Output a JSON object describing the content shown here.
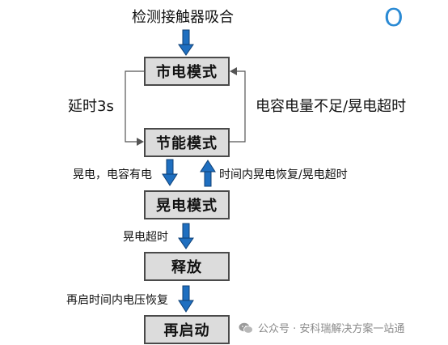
{
  "diagram": {
    "marker": "O",
    "title": "检测接触器吸合",
    "nodes": {
      "mains": "市电模式",
      "energy_saving": "节能模式",
      "sag": "晃电模式",
      "release": "释放",
      "restart": "再启动"
    },
    "edges": {
      "delay": "延时3s",
      "cap_low_timeout": "电容电量不足/晃电超时",
      "sag_cap_ok": "晃电，电容有电",
      "recover_in_time": "时间内晃电恢复/晃电超时",
      "sag_timeout": "晃电超时",
      "voltage_restore": "再启时间内电压恢复"
    },
    "colors": {
      "arrow_blue": "#1f6fc0",
      "arrow_outline": "#0d3f75",
      "box_fill": "#dcdcdc",
      "box_border": "#4a4a4a",
      "marker": "#2a8ad4"
    }
  },
  "watermark": {
    "icon": "wechat-icon",
    "text": "公众号 · 安科瑞解决方案一站通"
  }
}
